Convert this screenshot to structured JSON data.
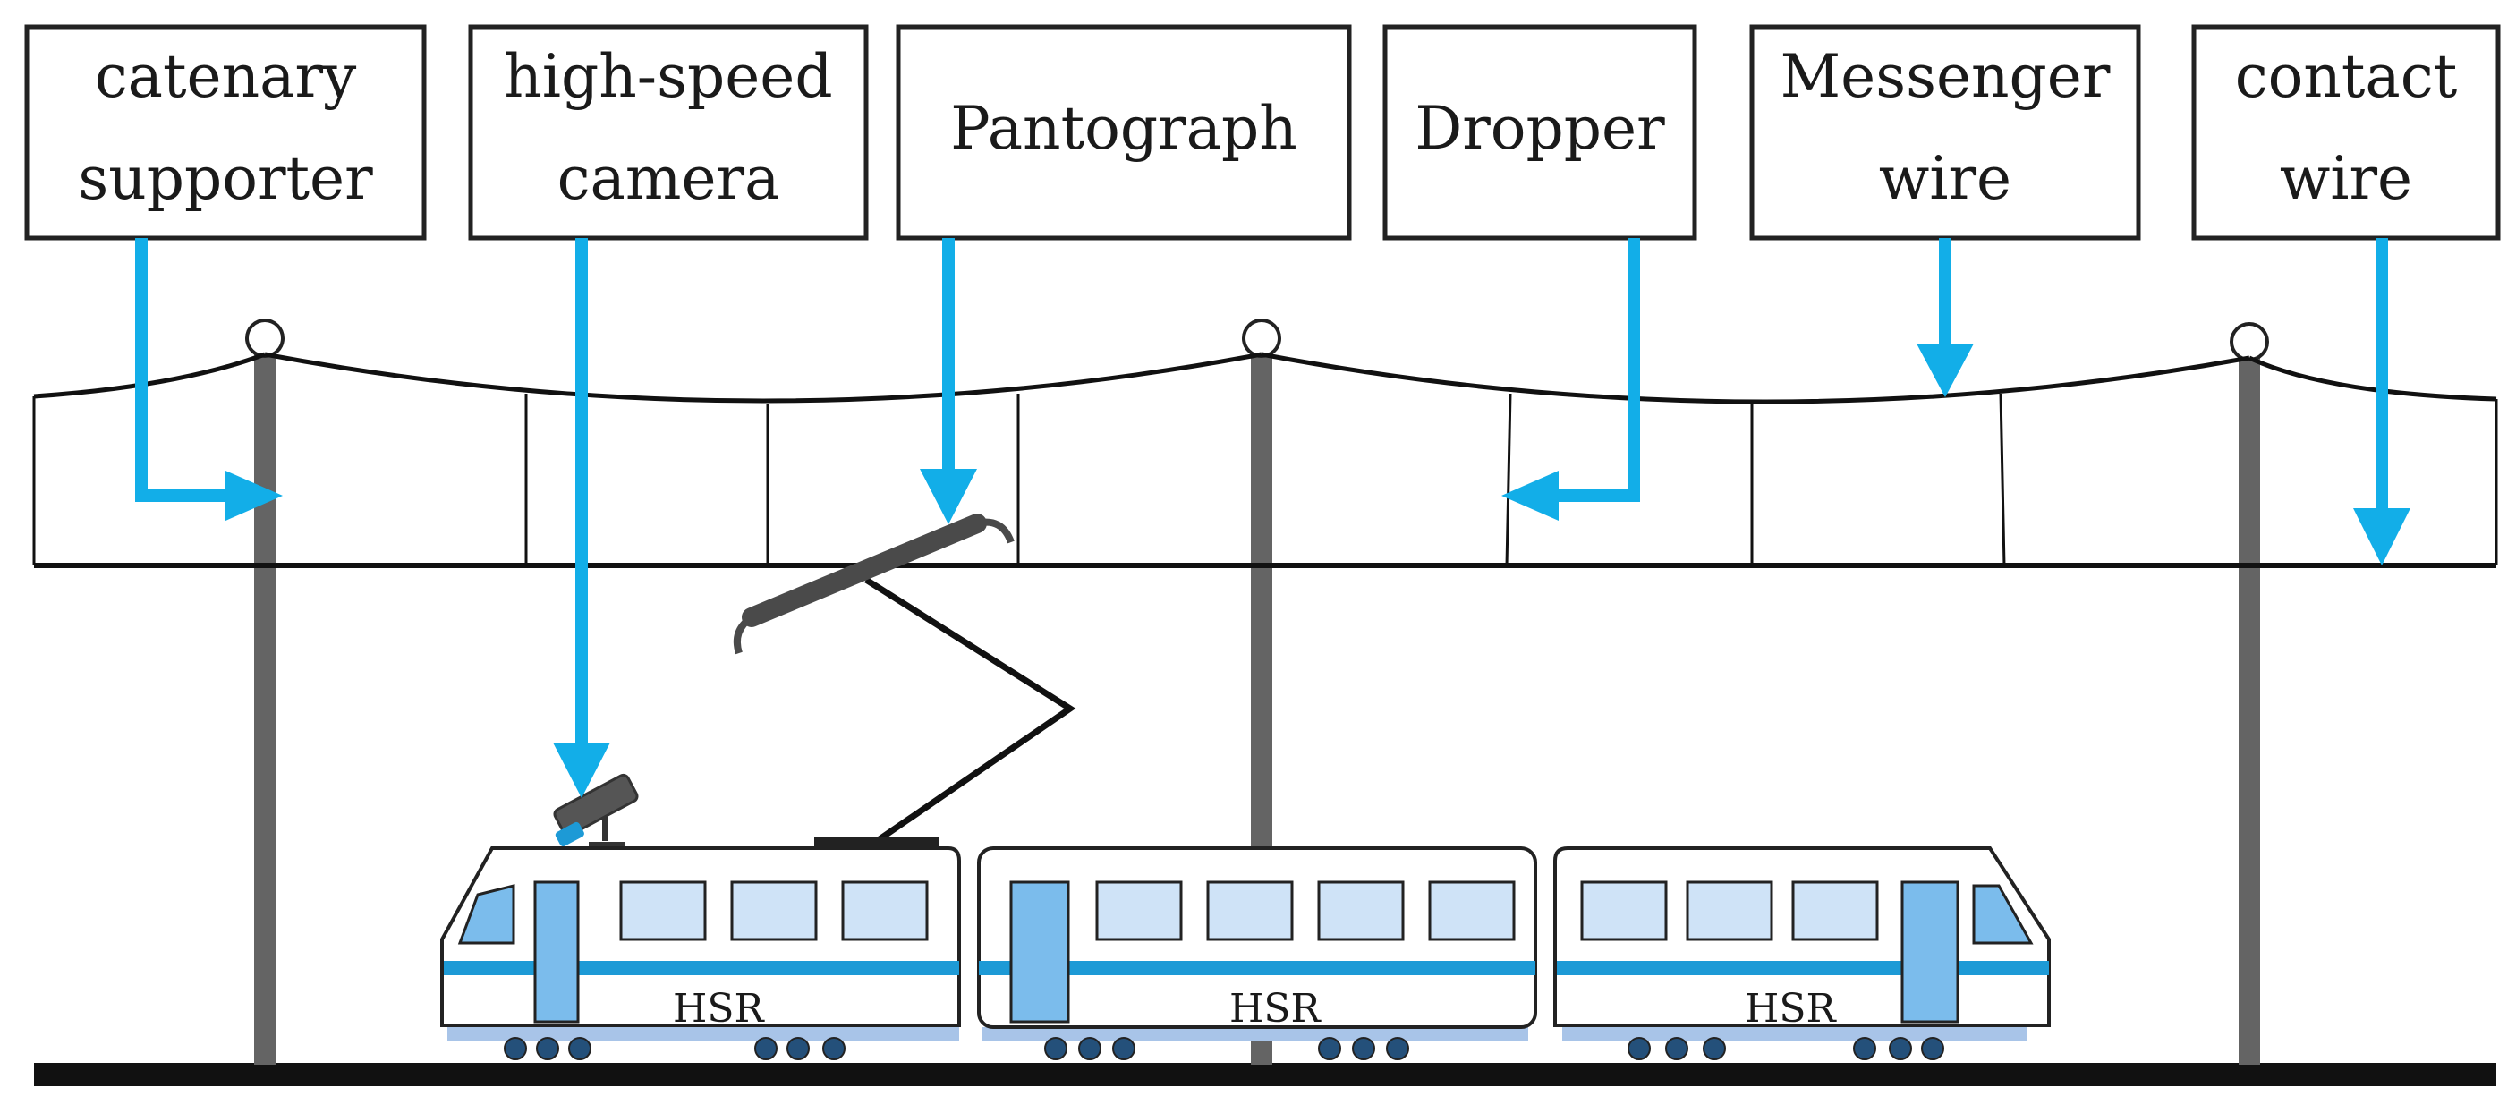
{
  "labels": {
    "catenary_supporter": [
      "catenary",
      "supporter"
    ],
    "high_speed_camera": [
      "high-speed",
      "camera"
    ],
    "pantograph": [
      "Pantograph"
    ],
    "dropper": [
      "Dropper"
    ],
    "messenger_wire": [
      "Messenger",
      "wire"
    ],
    "contact_wire": [
      "contact",
      "wire"
    ]
  },
  "train": {
    "car_label_1": "HSR",
    "car_label_2": "HSR",
    "car_label_3": "HSR"
  },
  "colors": {
    "arrow": "#12aee8",
    "train_stripe": "#1d9ad6",
    "window_fill": "#cfe3f7",
    "door_fill": "#7bbcec",
    "pole": "#646464",
    "wire": "#111111"
  }
}
